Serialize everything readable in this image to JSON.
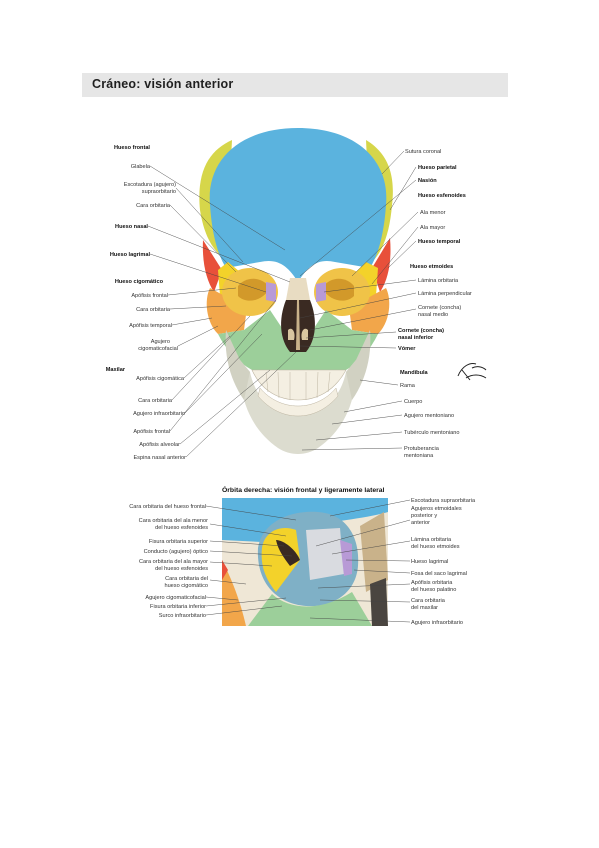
{
  "page_title": "Cráneo: visión anterior",
  "anterior_view": {
    "labels_left": [
      {
        "text": "Hueso frontal",
        "bold": true
      },
      {
        "text": "Glabela",
        "bold": false
      },
      {
        "text": "Escotadura (agujero)",
        "bold": false
      },
      {
        "text": "supraorbitario",
        "bold": false
      },
      {
        "text": "Cara orbitaria",
        "bold": false
      },
      {
        "text": "Hueso nasal",
        "bold": true
      },
      {
        "text": "Hueso lagrimal",
        "bold": true
      },
      {
        "text": "Hueso cigomático",
        "bold": true
      },
      {
        "text": "Apófisis frontal",
        "bold": false
      },
      {
        "text": "Cara orbitaria",
        "bold": false
      },
      {
        "text": "Apófisis temporal",
        "bold": false
      },
      {
        "text": "Agujero",
        "bold": false
      },
      {
        "text": "cigomaticofacial",
        "bold": false
      },
      {
        "text": "Maxilar",
        "bold": true
      },
      {
        "text": "Apófisis cigomática",
        "bold": false
      },
      {
        "text": "Cara orbitaria",
        "bold": false
      },
      {
        "text": "Agujero infraorbitario",
        "bold": false
      },
      {
        "text": "Apófisis frontal",
        "bold": false
      },
      {
        "text": "Apófisis alveolar",
        "bold": false
      },
      {
        "text": "Espina nasal anterior",
        "bold": false
      }
    ],
    "labels_right": [
      {
        "text": "Sutura coronal",
        "bold": false
      },
      {
        "text": "Hueso parietal",
        "bold": true
      },
      {
        "text": "Nasión",
        "bold": true
      },
      {
        "text": "Hueso esfenoides",
        "bold": true
      },
      {
        "text": "Ala menor",
        "bold": false
      },
      {
        "text": "Ala mayor",
        "bold": false
      },
      {
        "text": "Hueso temporal",
        "bold": true
      },
      {
        "text": "Hueso etmoides",
        "bold": true
      },
      {
        "text": "Lámina orbitaria",
        "bold": false
      },
      {
        "text": "Lámina perpendicular",
        "bold": false
      },
      {
        "text": "Cornete (concha)",
        "bold": false
      },
      {
        "text": "nasal medio",
        "bold": false
      },
      {
        "text": "Cornete (concha)",
        "bold": true
      },
      {
        "text": "nasal inferior",
        "bold": true
      },
      {
        "text": "Vómer",
        "bold": true
      },
      {
        "text": "Mandíbula",
        "bold": true
      },
      {
        "text": "Rama",
        "bold": false
      },
      {
        "text": "Cuerpo",
        "bold": false
      },
      {
        "text": "Agujero mentoniano",
        "bold": false
      },
      {
        "text": "Tubérculo mentoniano",
        "bold": false
      },
      {
        "text": "Protuberancia",
        "bold": false
      },
      {
        "text": "mentoniana",
        "bold": false
      }
    ]
  },
  "orbit_view": {
    "title": "Órbita derecha: visión frontal y ligeramente lateral",
    "labels_left": [
      "Cara orbitaria del hueso frontal",
      "Cara orbitaria del ala menor",
      "del hueso esfenoides",
      "Fisura orbitaria superior",
      "Conducto (agujero) óptico",
      "Cara orbitaria del ala mayor",
      "del hueso esfenoides",
      "Cara orbitaria del",
      "hueso cigomático",
      "Agujero cigomaticofacial",
      "Fisura orbitaria inferior",
      "Surco infraorbitario"
    ],
    "labels_right": [
      "Escotadura supraorbitaria",
      "Agujeros etmoidales",
      "posterior y",
      "anterior",
      "Lámina orbitaria",
      "del hueso etmoides",
      "Hueso lagrimal",
      "Fosa del saco lagrimal",
      "Apófisis orbitaria",
      "del hueso palatino",
      "Cara orbitaria",
      "del maxilar",
      "Agujero infraorbitario"
    ]
  },
  "colors": {
    "frontal": "#5bb3de",
    "parietal": "#d6d64a",
    "temporal": "#e8503a",
    "zygomatic": "#f2a64a",
    "sphenoid": "#f3d22a",
    "maxilla": "#9ccf9a",
    "ethmoid": "#b89ad6",
    "mandible": "#dcdccf",
    "bone": "#efe7d6"
  }
}
